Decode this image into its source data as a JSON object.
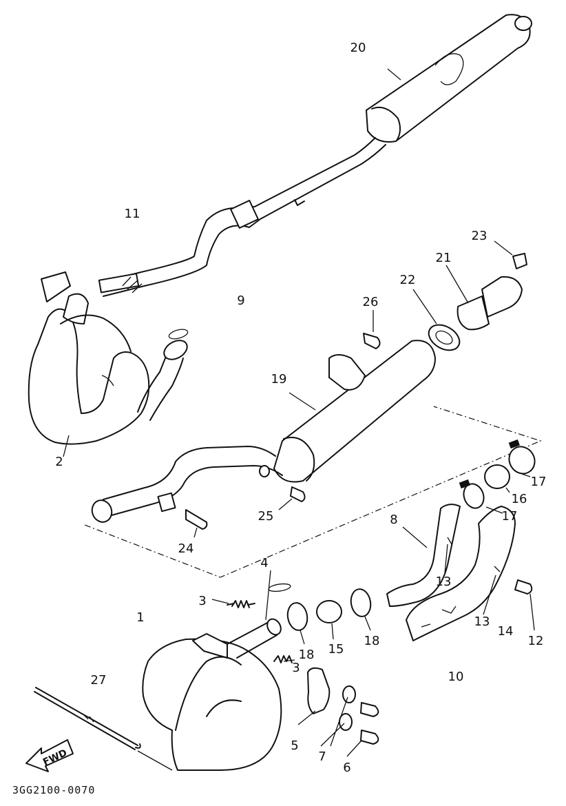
{
  "diagram": {
    "drawing_code": "3GG2100-0070",
    "fwd_label": "FWD",
    "callouts": [
      {
        "id": "c20",
        "text": "20"
      },
      {
        "id": "c11",
        "text": "11"
      },
      {
        "id": "c23",
        "text": "23"
      },
      {
        "id": "c21",
        "text": "21"
      },
      {
        "id": "c22",
        "text": "22"
      },
      {
        "id": "c26",
        "text": "26"
      },
      {
        "id": "c9",
        "text": "9"
      },
      {
        "id": "c19",
        "text": "19"
      },
      {
        "id": "c2",
        "text": "2"
      },
      {
        "id": "c17a",
        "text": "17"
      },
      {
        "id": "c16",
        "text": "16"
      },
      {
        "id": "c17b",
        "text": "17"
      },
      {
        "id": "c25",
        "text": "25"
      },
      {
        "id": "c8",
        "text": "8"
      },
      {
        "id": "c24",
        "text": "24"
      },
      {
        "id": "c4",
        "text": "4"
      },
      {
        "id": "c13a",
        "text": "13"
      },
      {
        "id": "c3a",
        "text": "3"
      },
      {
        "id": "c1",
        "text": "1"
      },
      {
        "id": "c18a",
        "text": "18"
      },
      {
        "id": "c15",
        "text": "15"
      },
      {
        "id": "c18b",
        "text": "18"
      },
      {
        "id": "c13b",
        "text": "13"
      },
      {
        "id": "c14",
        "text": "14"
      },
      {
        "id": "c12",
        "text": "12"
      },
      {
        "id": "c3b",
        "text": "3"
      },
      {
        "id": "c10",
        "text": "10"
      },
      {
        "id": "c27",
        "text": "27"
      },
      {
        "id": "c5",
        "text": "5"
      },
      {
        "id": "c7",
        "text": "7"
      },
      {
        "id": "c6",
        "text": "6"
      }
    ]
  }
}
